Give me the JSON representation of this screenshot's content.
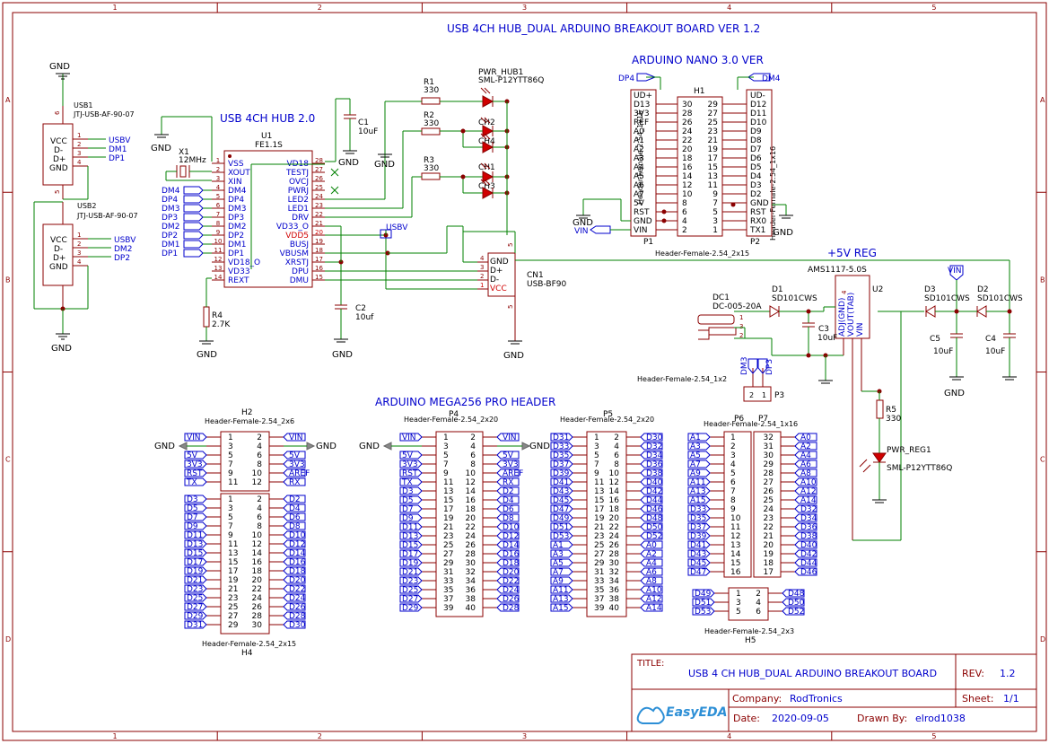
{
  "frame": {
    "col_labels": [
      "1",
      "2",
      "3",
      "4",
      "5"
    ],
    "row_labels": [
      "A",
      "B",
      "C",
      "D"
    ]
  },
  "texts": {
    "main_title": "USB 4CH HUB_DUAL ARDUINO BREAKOUT BOARD VER 1.2",
    "hub_title": "USB 4CH HUB 2.0",
    "nano_title": "ARDUINO NANO 3.0 VER",
    "reg_title": "+5V REG",
    "mega_title": "ARDUINO MEGA256 PRO HEADER"
  },
  "title_block": {
    "title_label": "TITLE:",
    "title": "USB 4 CH HUB_DUAL ARDUINO BREAKOUT BOARD",
    "rev_label": "REV:",
    "rev": "1.2",
    "company_label": "Company:",
    "company": "RodTronics",
    "sheet_label": "Sheet:",
    "sheet": "1/1",
    "date_label": "Date:",
    "date": "2020-09-05",
    "drawn_label": "Drawn By:",
    "drawn": "elrod1038",
    "logo": "EasyEDA"
  },
  "colors": {
    "wire": "#008000",
    "part": "#8b0000",
    "label": "#0000cc",
    "pin": "#880000"
  },
  "usb1": {
    "ref": "USB1",
    "value": "JTJ-USB-AF-90-07",
    "pins": [
      "VCC",
      "D-",
      "D+",
      "GND"
    ],
    "nets": [
      "USBV",
      "DM1",
      "DP1"
    ]
  },
  "usb2": {
    "ref": "USB2",
    "value": "JTJ-USB-AF-90-07",
    "pins": [
      "VCC",
      "D-",
      "D+",
      "GND"
    ],
    "nets": [
      "USBV",
      "DM2",
      "DP2"
    ]
  },
  "gnd": "GND",
  "u1": {
    "ref": "U1",
    "value": "FE1.1S",
    "left_pins": [
      "VSS",
      "XOUT",
      "XIN",
      "DM4",
      "DP4",
      "DM3",
      "DP3",
      "DM2",
      "DP2",
      "DM1",
      "DP1",
      "VD18_O",
      "VD33",
      "REXT"
    ],
    "right_pins": [
      "VD18",
      "TESTJ",
      "OVCJ",
      "PWRJ",
      "LED2",
      "LED1",
      "DRV",
      "VD33_O",
      "VDD5",
      "BUSJ",
      "VBUSM",
      "XRSTJ",
      "DPU",
      "DMU"
    ],
    "right_nums": [
      "28",
      "27",
      "26",
      "25",
      "24",
      "23",
      "22",
      "21",
      "20",
      "19",
      "18",
      "17",
      "16",
      "15"
    ],
    "left_nets": [
      "DM4",
      "DP4",
      "DM3",
      "DP3",
      "DM2",
      "DP2",
      "DM1",
      "DP1"
    ]
  },
  "x1": {
    "ref": "X1",
    "value": "12MHz"
  },
  "r1": {
    "ref": "R1",
    "value": "330"
  },
  "r2": {
    "ref": "R2",
    "value": "330"
  },
  "r3": {
    "ref": "R3",
    "value": "330"
  },
  "r4": {
    "ref": "R4",
    "value": "2.7K"
  },
  "r5": {
    "ref": "R5",
    "value": "330"
  },
  "c1": {
    "ref": "C1",
    "value": "10uF"
  },
  "c2": {
    "ref": "C2",
    "value": "10uf"
  },
  "c3": {
    "ref": "C3",
    "value": "10uF"
  },
  "c4": {
    "ref": "C4",
    "value": "10uF"
  },
  "c5": {
    "ref": "C5",
    "value": "10uF"
  },
  "led": {
    "pwr_hub": "PWR_HUB1",
    "pwr_hub_val": "SML-P12YTT86Q",
    "ch2": "CH2",
    "ch4": "CH4",
    "ch1": "CH1",
    "ch3": "CH3",
    "pwr_reg": "PWR_REG1",
    "pwr_reg_val": "SML-P12YTT86Q"
  },
  "cn1": {
    "ref": "CN1",
    "value": "USB-BF90",
    "pins": [
      "GND",
      "D+",
      "D-",
      "VCC"
    ],
    "nums": [
      "4",
      "3",
      "2",
      "1"
    ]
  },
  "usbv_label": "USBV",
  "nano": {
    "p1_left": [
      "UD+",
      "D13",
      "3V3",
      "REF",
      "A0",
      "A1",
      "A2",
      "A3",
      "A4",
      "A5",
      "A6",
      "A7",
      "5V",
      "RST",
      "GND",
      "VIN"
    ],
    "p2_right": [
      "UD-",
      "D12",
      "D11",
      "D10",
      "D9",
      "D8",
      "D7",
      "D6",
      "D5",
      "D4",
      "D3",
      "D2",
      "GND",
      "RST",
      "RX0",
      "TX1"
    ],
    "h1_left": [
      "30",
      "28",
      "26",
      "24",
      "22",
      "20",
      "18",
      "16",
      "14",
      "12",
      "10",
      "8",
      "6",
      "4",
      "2"
    ],
    "h1_right": [
      "29",
      "27",
      "25",
      "23",
      "21",
      "19",
      "17",
      "15",
      "13",
      "11",
      "9",
      "7",
      "5",
      "3",
      "1"
    ],
    "h1_ref": "H1",
    "p1_ref": "P1",
    "p2_ref": "P2",
    "p1_value": "Header-Female-2.54_1x16",
    "p2_value": "Header-Female-2.54_1x16",
    "h_value": "Header-Female-2.54_2x15",
    "dp4": "DP4",
    "dm4": "DM4",
    "vin": "VIN"
  },
  "reg": {
    "u2_ref": "U2",
    "u2_value": "AMS1117-5.0S",
    "u2_pins": [
      "ADJ(GND)",
      "VOUT(TAB)",
      "VIN"
    ],
    "dc1_ref": "DC1",
    "dc1_value": "DC-005-20A",
    "d1_ref": "D1",
    "d1_value": "SD101CWS",
    "d2_ref": "D2",
    "d2_value": "SD101CWS",
    "d3_ref": "D3",
    "d3_value": "SD101CWS",
    "p3_value": "Header-Female-2.54_1x2",
    "p3_ref": "P3",
    "dm3": "DM3",
    "dp3": "DP3",
    "vin": "VIN"
  },
  "h2": {
    "ref": "H2",
    "value": "Header-Female-2.54_2x6",
    "left_nets": [
      "VIN",
      "",
      "5V",
      "3V3",
      "RST",
      "TX"
    ],
    "right_nets": [
      "VIN",
      "",
      "5V",
      "3V3",
      "AREF",
      "RX"
    ]
  },
  "h4": {
    "ref": "H4",
    "value": "Header-Female-2.54_2x15",
    "left_nets": [
      "D3",
      "D5",
      "D7",
      "D9",
      "D11",
      "D13",
      "D15",
      "D17",
      "D19",
      "D21",
      "D23",
      "D25",
      "D27",
      "D29",
      "D31"
    ],
    "right_nets": [
      "D2",
      "D4",
      "D6",
      "D8",
      "D10",
      "D12",
      "D14",
      "D16",
      "D18",
      "D20",
      "D22",
      "D24",
      "D26",
      "D28",
      "D30"
    ]
  },
  "p4": {
    "ref": "P4",
    "value": "Header-Female-2.54_2x20",
    "left_nets": [
      "VIN",
      "",
      "5V",
      "3V3",
      "RST",
      "TX",
      "D3",
      "D5",
      "D7",
      "D9",
      "D11",
      "D13",
      "D15",
      "D17",
      "D19",
      "D21",
      "D23",
      "D25",
      "D27",
      "D29"
    ],
    "right_nets": [
      "VIN",
      "",
      "5V",
      "3V3",
      "AREF",
      "RX",
      "D2",
      "D4",
      "D6",
      "D8",
      "D10",
      "D12",
      "D14",
      "D16",
      "D18",
      "D20",
      "D22",
      "D24",
      "D26",
      "D28"
    ]
  },
  "p5": {
    "ref": "P5",
    "value": "Header-Female-2.54_2x20",
    "left_nets": [
      "D31",
      "D33",
      "D35",
      "D37",
      "D39",
      "D41",
      "D43",
      "D45",
      "D47",
      "D49",
      "D51",
      "D53",
      "A1",
      "A3",
      "A5",
      "A7",
      "A9",
      "A11",
      "A13",
      "A15"
    ],
    "right_nets": [
      "D30",
      "D32",
      "D34",
      "D36",
      "D38",
      "D40",
      "D42",
      "D44",
      "D46",
      "D48",
      "D50",
      "D52",
      "A0",
      "A2",
      "A4",
      "A6",
      "A8",
      "A10",
      "A12",
      "A14"
    ]
  },
  "p6p7": {
    "p6_ref": "P6",
    "p7_ref": "P7",
    "value": "Header-Female-2.54_1x16",
    "left_nets": [
      "A1",
      "A3",
      "A5",
      "A7",
      "A9",
      "A11",
      "A13",
      "A15",
      "D33",
      "D35",
      "D37",
      "D39",
      "D41",
      "D43",
      "D45",
      "D47"
    ],
    "right_nets": [
      "A0",
      "A2",
      "A4",
      "A6",
      "A8",
      "A10",
      "A12",
      "A14",
      "D32",
      "D34",
      "D36",
      "D38",
      "D40",
      "D42",
      "D44",
      "D46"
    ]
  },
  "h5": {
    "ref": "H5",
    "value": "Header-Female-2.54_2x3",
    "left_nets": [
      "D49",
      "D51",
      "D53"
    ],
    "right_nets": [
      "D48",
      "D50",
      "D52"
    ]
  }
}
